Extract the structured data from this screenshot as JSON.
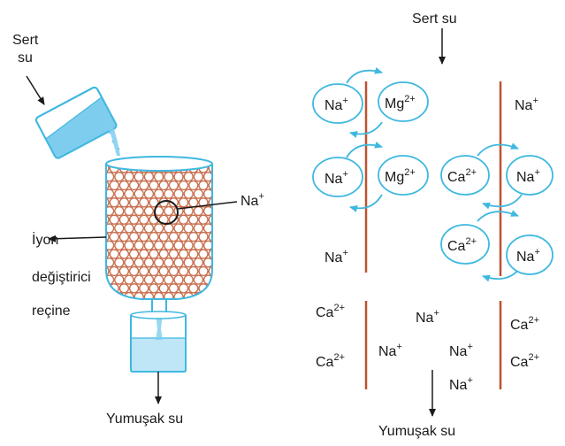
{
  "left": {
    "hard_water_label": [
      "Sert",
      "su"
    ],
    "resin_label": [
      "İyon",
      "değiştirici",
      "reçine"
    ],
    "resin_ion": {
      "base": "Na",
      "charge": "+"
    },
    "soft_water_label": "Yumuşak su"
  },
  "right": {
    "hard_water_label": "Sert su",
    "soft_water_label": "Yumuşak su",
    "ions": {
      "na": {
        "base": "Na",
        "charge": "+"
      },
      "mg": {
        "base": "Mg",
        "charge": "2+"
      },
      "ca": {
        "base": "Ca",
        "charge": "2+"
      }
    }
  },
  "colors": {
    "cyan": "#3fb8e0",
    "water_light": "#bfe6f7",
    "water_mid": "#7fcdee",
    "bead_stroke": "#c87050",
    "resin_rod": "#c0502e",
    "ink": "#1a1a1a"
  }
}
